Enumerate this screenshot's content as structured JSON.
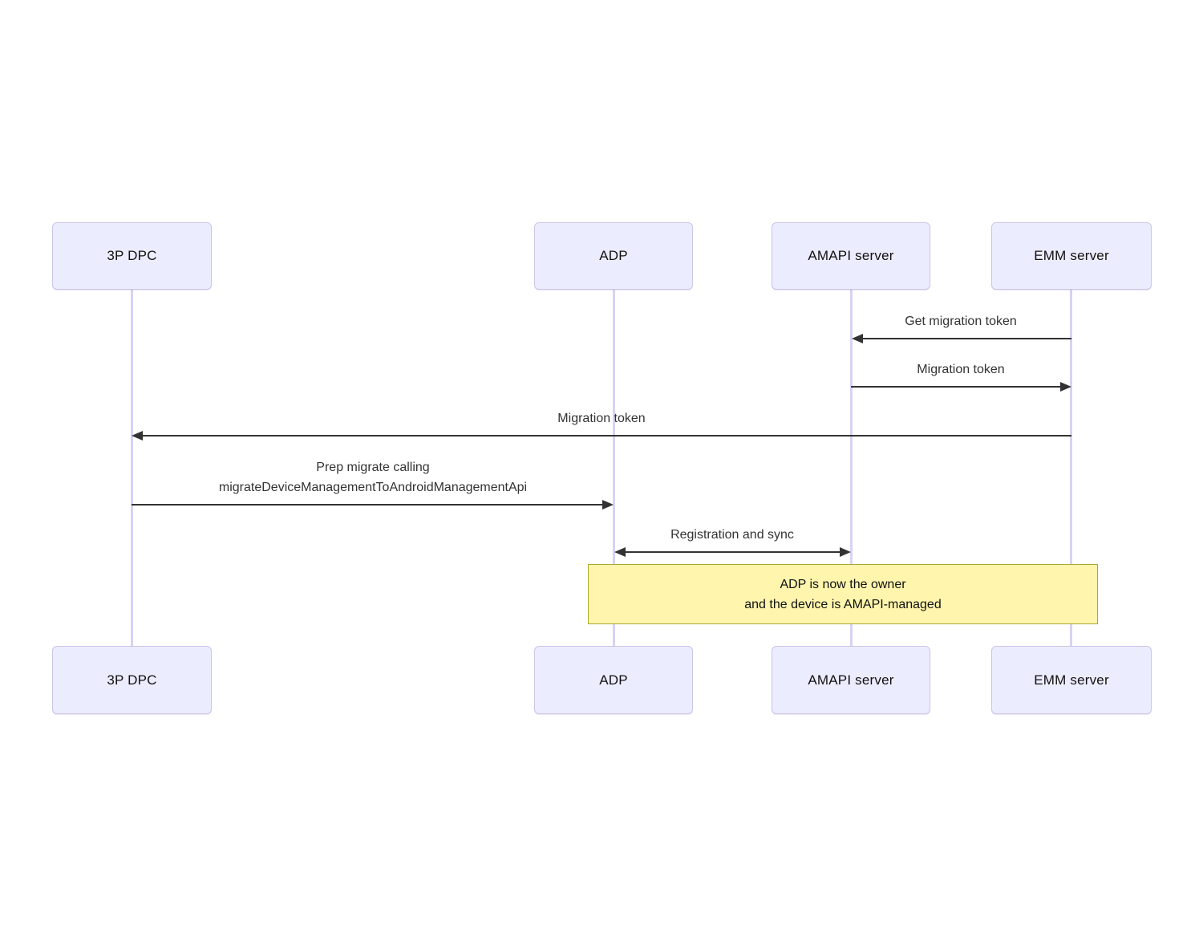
{
  "actors": [
    {
      "id": "3p-dpc",
      "label": "3P DPC"
    },
    {
      "id": "adp",
      "label": "ADP"
    },
    {
      "id": "amapi-server",
      "label": "AMAPI server"
    },
    {
      "id": "emm-server",
      "label": "EMM server"
    }
  ],
  "messages": [
    {
      "from": "EMM server",
      "to": "AMAPI server",
      "arrow": "left",
      "lines": [
        "Get migration token"
      ]
    },
    {
      "from": "AMAPI server",
      "to": "EMM server",
      "arrow": "right",
      "lines": [
        "Migration token"
      ]
    },
    {
      "from": "EMM server",
      "to": "3P DPC",
      "arrow": "left",
      "lines": [
        "Migration token"
      ]
    },
    {
      "from": "3P DPC",
      "to": "ADP",
      "arrow": "right",
      "lines": [
        "Prep migrate calling",
        "migrateDeviceManagementToAndroidManagementApi"
      ]
    },
    {
      "from": "ADP",
      "to": "AMAPI server",
      "arrow": "both",
      "lines": [
        "Registration and sync"
      ]
    }
  ],
  "note": {
    "over": [
      "ADP",
      "EMM server"
    ],
    "lines": [
      "ADP is now the owner",
      "and the device is AMAPI-managed"
    ]
  },
  "colors": {
    "actor_fill": "#ECECFF",
    "actor_border": "#CCC6EA",
    "lifeline": "#D9D2F4",
    "arrow": "#333333",
    "message_text": "#333333",
    "actor_text": "#111111",
    "note_fill": "#FFF5AD",
    "note_border": "#AAAA33",
    "note_text": "#111111",
    "background": "#FFFFFF"
  }
}
